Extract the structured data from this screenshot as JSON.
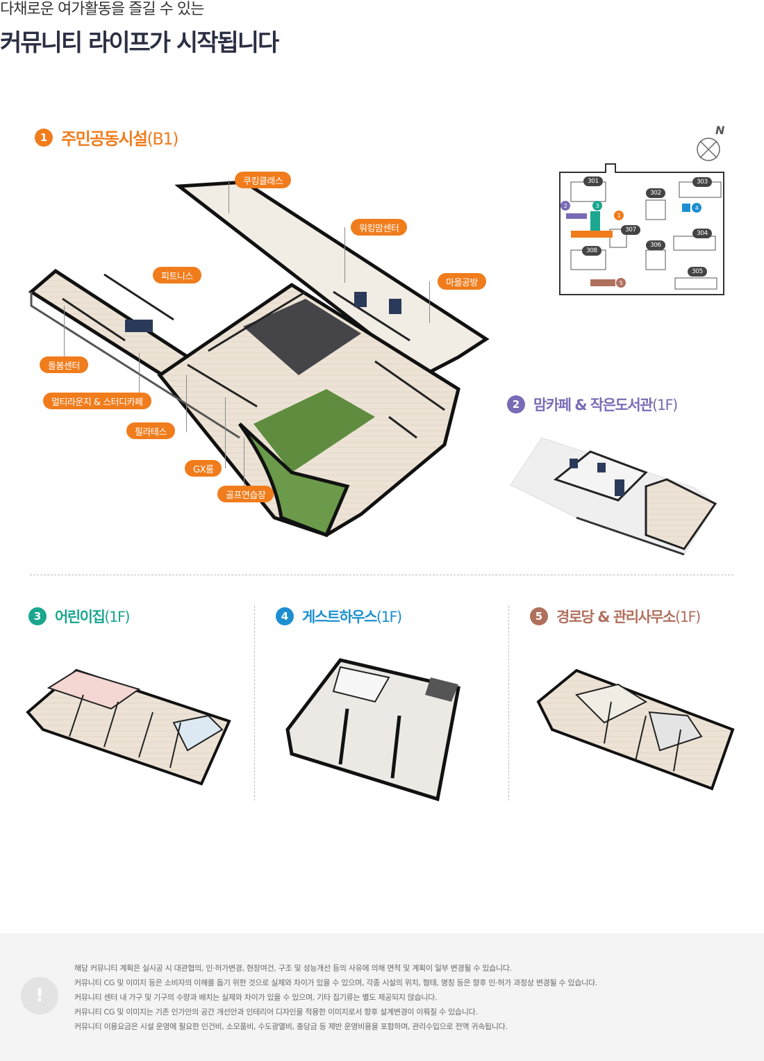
{
  "header": {
    "subtitle": "다채로운 여가활동을 즐길 수 있는",
    "title": "커뮤니티 라이프가 시작됩니다"
  },
  "colors": {
    "orange": "#f07c1c",
    "purple": "#7a6bb5",
    "teal": "#1aa68f",
    "blue": "#1d8fd0",
    "brown": "#b0705e"
  },
  "sections": [
    {
      "num": "1",
      "name": "주민공동시설",
      "suffix": "(B1)"
    },
    {
      "num": "2",
      "name": "맘카페 & 작은도서관",
      "suffix": "(1F)"
    },
    {
      "num": "3",
      "name": "어린이집",
      "suffix": "(1F)"
    },
    {
      "num": "4",
      "name": "게스트하우스",
      "suffix": "(1F)"
    },
    {
      "num": "5",
      "name": "경로당 & 관리사무소",
      "suffix": "(1F)"
    }
  ],
  "callouts": [
    "쿠킹클래스",
    "워킹맘센터",
    "피트니스",
    "마을공방",
    "돌봄센터",
    "멀티라운지 & 스터디카페",
    "필라테스",
    "GX룸",
    "골프연습장"
  ],
  "site_map": {
    "compass": "N",
    "buildings": [
      "301",
      "302",
      "303",
      "304",
      "305",
      "306",
      "307",
      "308"
    ],
    "markers": [
      "1",
      "2",
      "3",
      "4",
      "5"
    ]
  },
  "notice": {
    "icon": "!",
    "lines": [
      "해당 커뮤니티 계획은 실시공 시 대관협의, 인·허가변경, 현장여건, 구조 및 성능개선 등의 사유에 의해 면적 및 계획이 일부 변경될 수 있습니다.",
      "커뮤니티 CG 및 이미지 등은 소비자의 이해를 돕기 위한 것으로 실제와 차이가 있을 수 있으며, 각종 시설의 위치, 형태, 명칭 등은 향후 인·허가 과정상 변경될 수 있습니다.",
      "커뮤니티 센터 내 가구 및 기구의 수량과 배치는 실제와 차이가 있을 수 있으며, 기타 집기류는 별도 제공되지 않습니다.",
      "커뮤니티 CG 및 이미지는 기존 인가안의 공간 개선안과 인테리어 디자인을 적용한 이미지로서 향후 설계변경이 이뤄질 수 있습니다.",
      "커뮤니티 이용요금은 시설 운영에 필요한 인건비, 소모품비, 수도광열비, 충당금 등 제반 운영비용을 포함하며, 관리수입으로 전액 귀속됩니다."
    ]
  }
}
